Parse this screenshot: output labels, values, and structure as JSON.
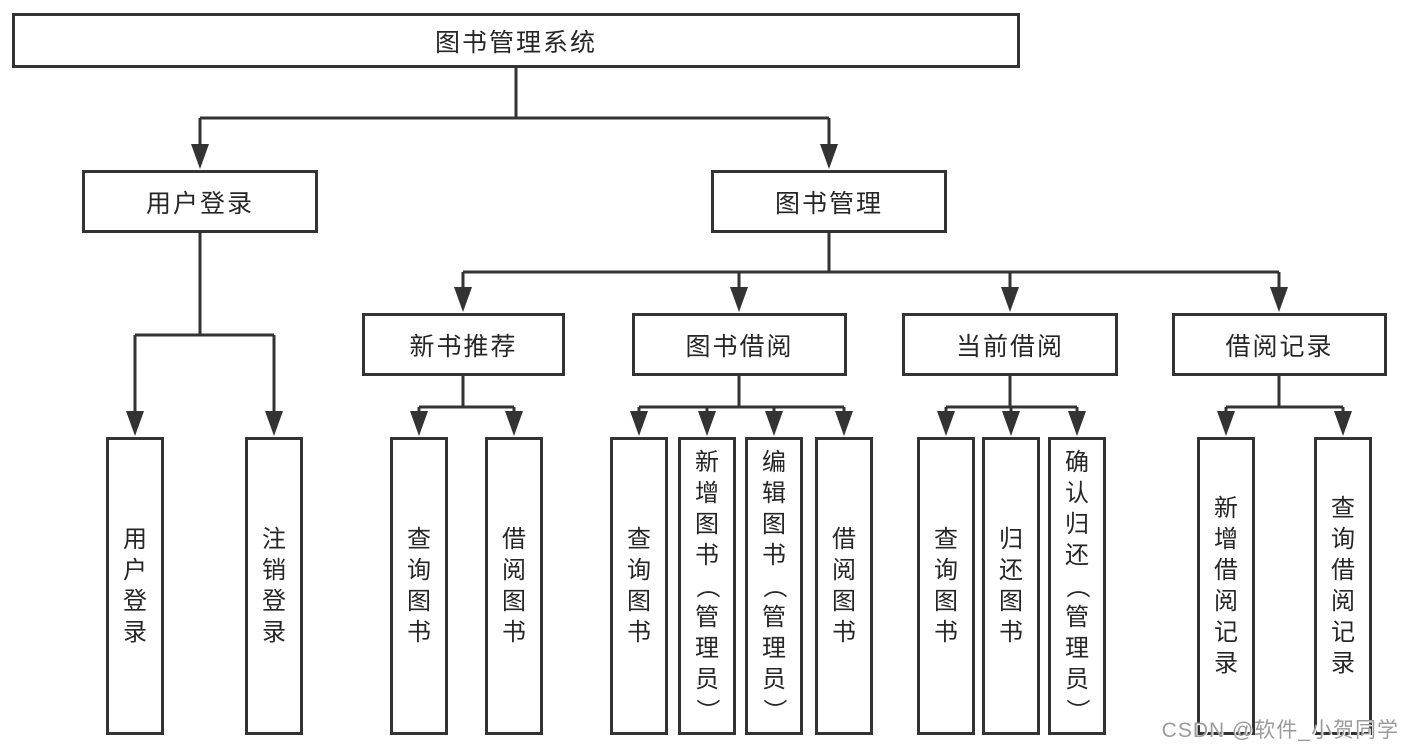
{
  "tree": {
    "root": "图书管理系统",
    "level2": [
      {
        "label": "用户登录",
        "leaves": [
          "用户登录",
          "注销登录"
        ]
      },
      {
        "label": "图书管理",
        "children": [
          {
            "label": "新书推荐",
            "leaves": [
              "查询图书",
              "借阅图书"
            ]
          },
          {
            "label": "图书借阅",
            "leaves": [
              "查询图书",
              "新增图书（管理员）",
              "编辑图书（管理员）",
              "借阅图书"
            ]
          },
          {
            "label": "当前借阅",
            "leaves": [
              "查询图书",
              "归还图书",
              "确认归还（管理员）"
            ]
          },
          {
            "label": "借阅记录",
            "leaves": [
              "新增借阅记录",
              "查询借阅记录"
            ]
          }
        ]
      }
    ]
  },
  "watermark": "CSDN @软件_小贺同学",
  "colors": {
    "line": "#333333",
    "box_border": "#333333",
    "text": "#262626",
    "watermark": "#9b9b9b",
    "background": "#ffffff"
  }
}
